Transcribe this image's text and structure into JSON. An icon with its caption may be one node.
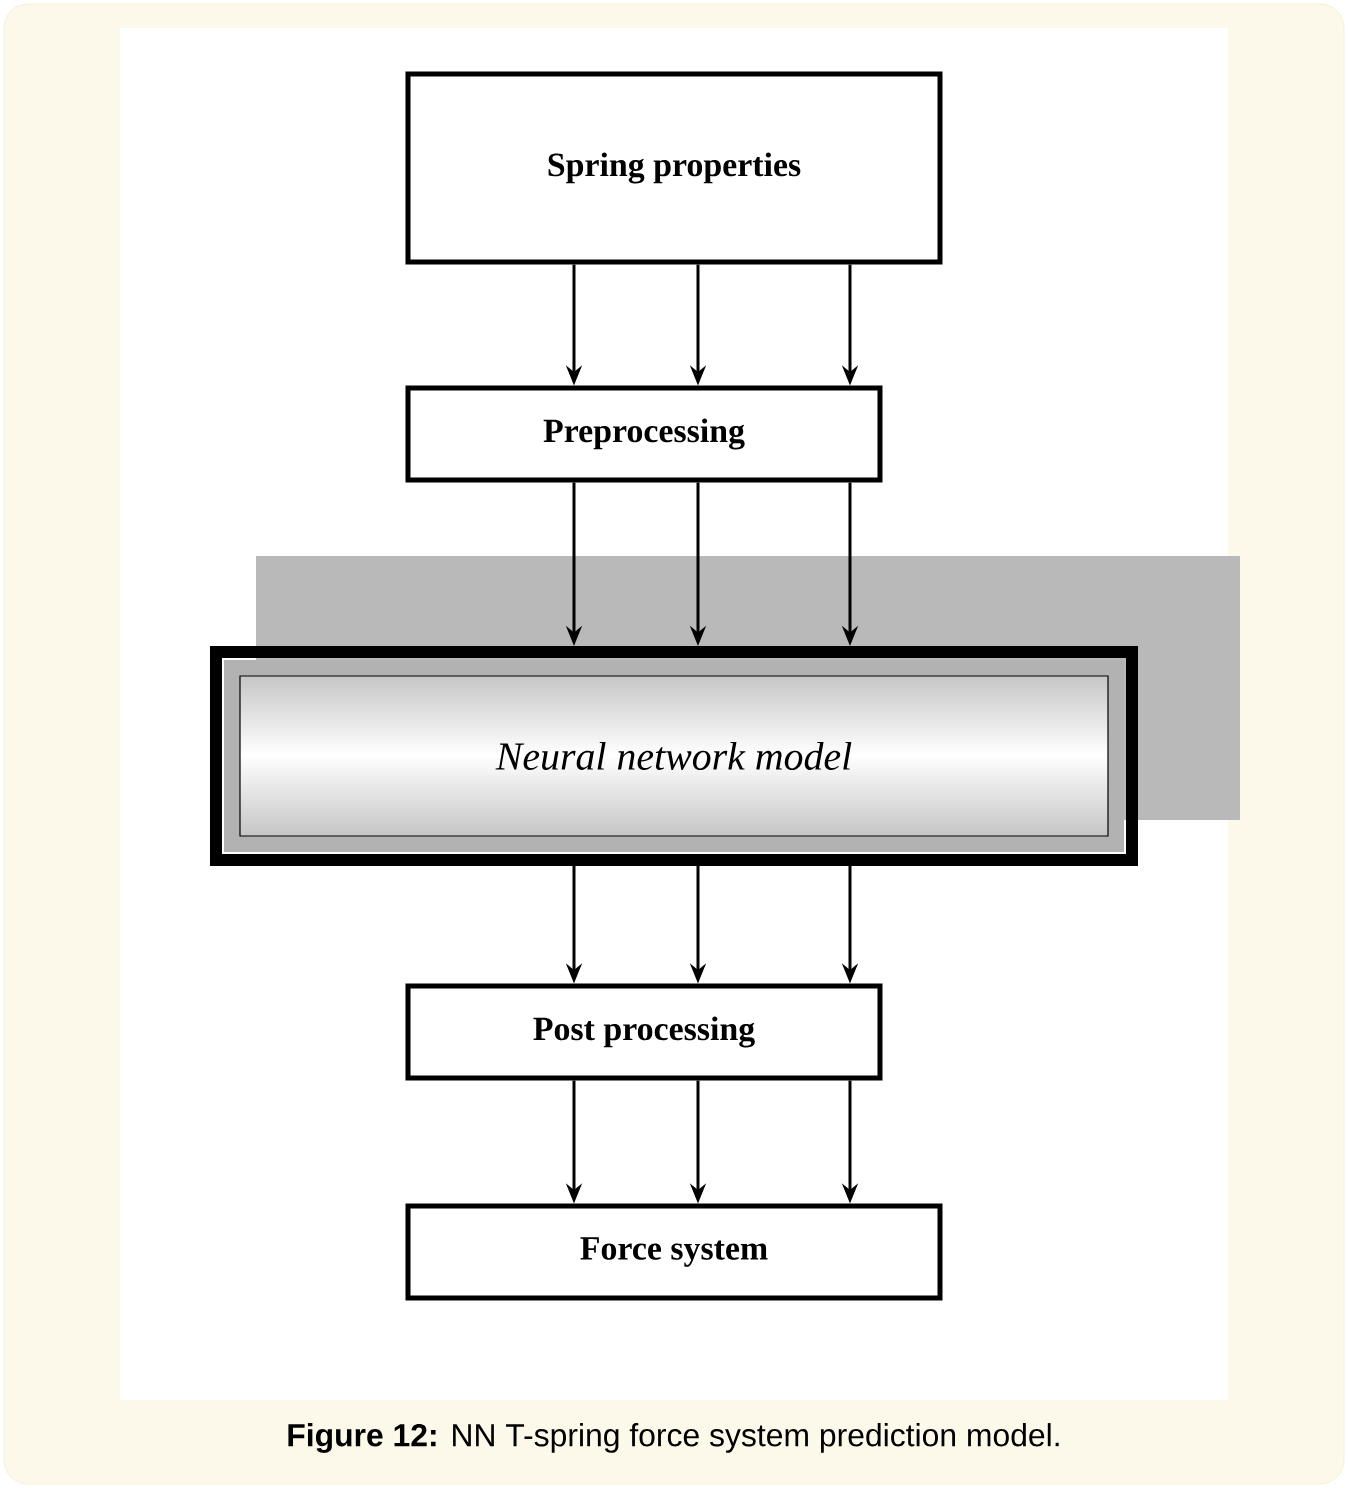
{
  "diagram": {
    "caption": "**Figure 12:** NN T-spring force system prediction model.",
    "nodes": [
      {
        "text": [
          "Spring properties"
        ]
      },
      {
        "text": [
          "Preprocessing"
        ]
      },
      {
        "text": [
          "Neural network model"
        ]
      },
      {
        "text": [
          "Post processing"
        ]
      },
      {
        "text": [
          "Force system"
        ]
      }
    ],
    "edges": [
      {
        "from": 0,
        "to": 1,
        "arrow": "to"
      },
      {
        "from": 0,
        "to": 1,
        "arrow": "to"
      },
      {
        "from": 0,
        "to": 1,
        "arrow": "to"
      },
      {
        "from": 1,
        "to": 2,
        "arrow": "to"
      },
      {
        "from": 1,
        "to": 2,
        "arrow": "to"
      },
      {
        "from": 1,
        "to": 2,
        "arrow": "to"
      },
      {
        "from": 2,
        "to": 3,
        "arrow": "to"
      },
      {
        "from": 2,
        "to": 3,
        "arrow": "to"
      },
      {
        "from": 2,
        "to": 3,
        "arrow": "to"
      },
      {
        "from": 3,
        "to": 4,
        "arrow": "to"
      },
      {
        "from": 3,
        "to": 4,
        "arrow": "to"
      },
      {
        "from": 3,
        "to": 4,
        "arrow": "to"
      }
    ]
  }
}
